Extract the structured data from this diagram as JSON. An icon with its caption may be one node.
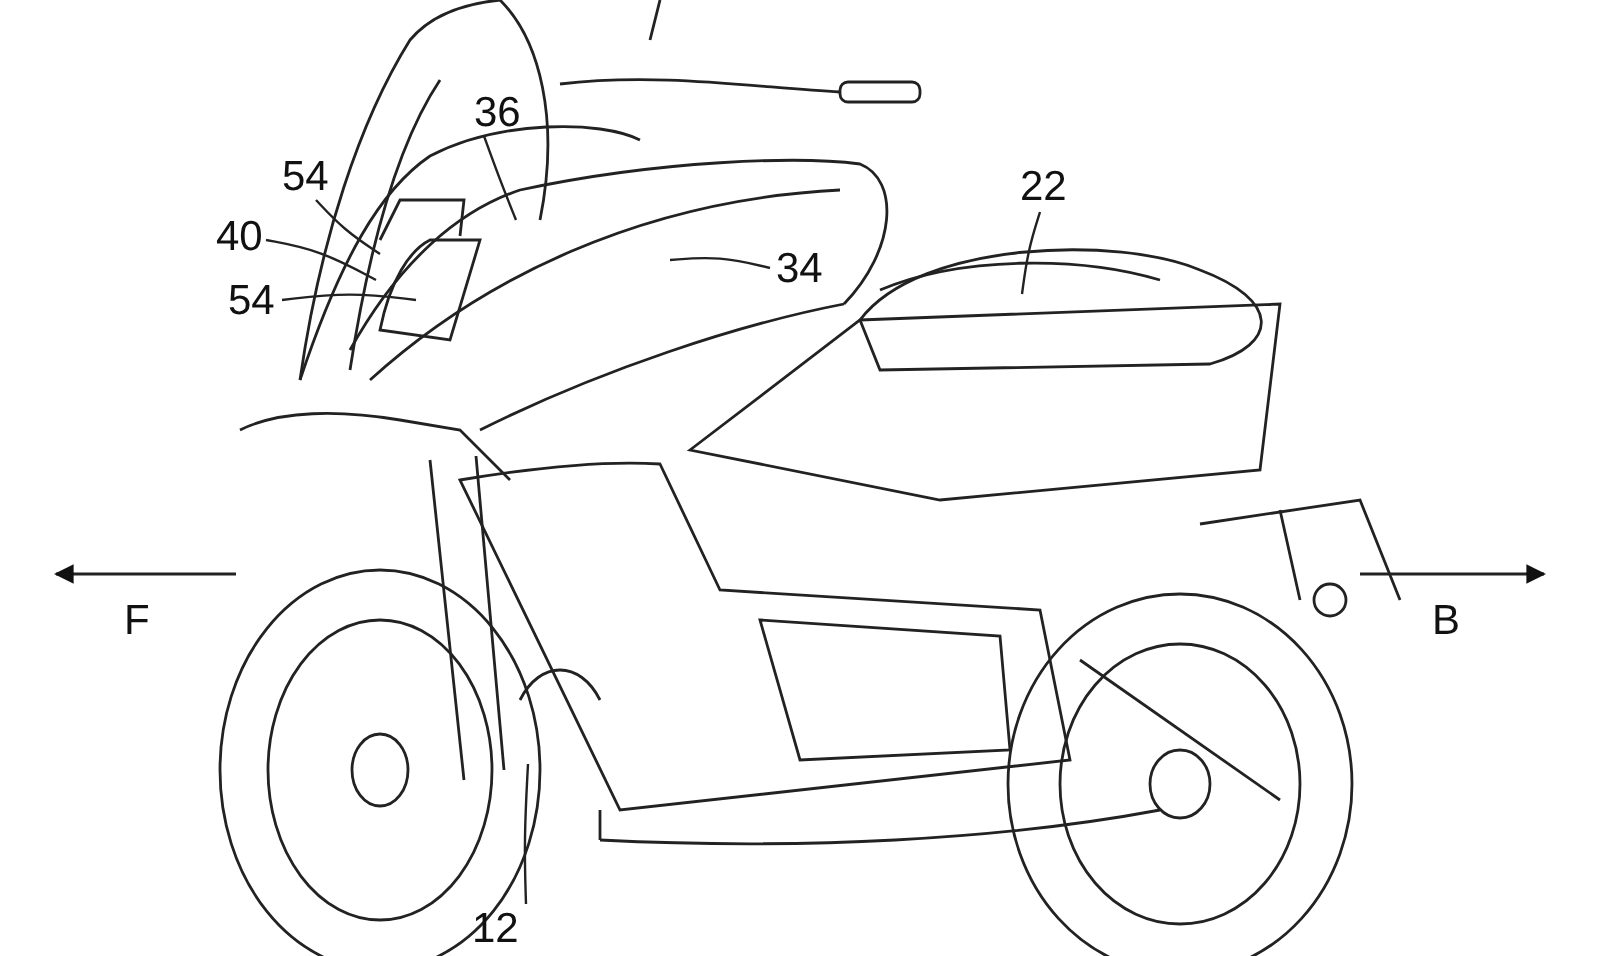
{
  "diagram": {
    "nodes": [
      {
        "text": [
          "36"
        ]
      },
      {
        "text": [
          "54"
        ]
      },
      {
        "text": [
          "40"
        ]
      },
      {
        "text": [
          "54"
        ]
      },
      {
        "text": [
          "34"
        ]
      },
      {
        "text": [
          "22"
        ]
      },
      {
        "text": [
          "12"
        ]
      }
    ],
    "edges": [
      {
        "from": 0,
        "to": null,
        "arrow": "none"
      },
      {
        "from": 1,
        "to": null,
        "arrow": "none"
      },
      {
        "from": 2,
        "to": null,
        "arrow": "none"
      },
      {
        "from": 3,
        "to": null,
        "arrow": "none"
      },
      {
        "from": 4,
        "to": null,
        "arrow": "none"
      },
      {
        "from": 5,
        "to": null,
        "arrow": "none"
      },
      {
        "from": 6,
        "to": null,
        "arrow": "none"
      }
    ],
    "labels": [
      "F",
      "B"
    ]
  }
}
